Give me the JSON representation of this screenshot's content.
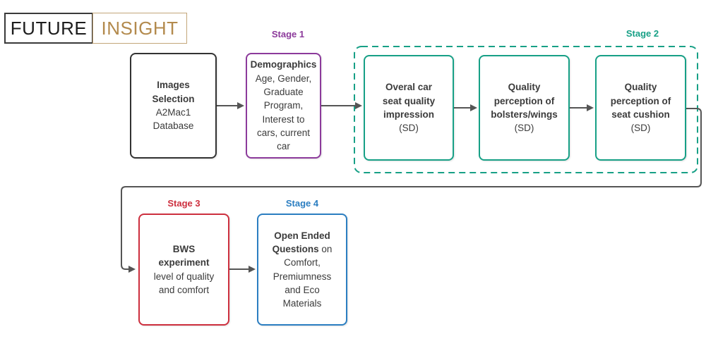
{
  "logo": {
    "primary": "FUTURE",
    "secondary": "INSIGHT"
  },
  "colors": {
    "stage1": "#8c3a9b",
    "stage2": "#17a086",
    "stage3": "#cd2f3e",
    "stage4": "#2b7ec1",
    "neutral_border": "#333333",
    "arrow": "#555555",
    "text": "#3b3b3b",
    "logo_primary": "#1c1c1c",
    "logo_secondary": "#b38a4d",
    "logo_secondary_border": "#c3a679"
  },
  "diagram": {
    "source_box": {
      "title": "Images\nSelection",
      "subtitle": "A2Mac1\nDatabase"
    },
    "stage1": {
      "label": "Stage 1",
      "box": {
        "title": "Demographics",
        "body": "Age, Gender,\nGraduate\nProgram,\nInterest to\ncars, current\ncar"
      }
    },
    "stage2": {
      "label": "Stage 2",
      "boxes": [
        {
          "title": "Overal car\nseat quality\nimpression",
          "subtitle": "(SD)"
        },
        {
          "title": "Quality\nperception of\nbolsters/wings",
          "subtitle": "(SD)"
        },
        {
          "title": "Quality\nperception of\nseat cushion",
          "subtitle": "(SD)"
        }
      ]
    },
    "stage3": {
      "label": "Stage 3",
      "box": {
        "title": "BWS\nexperiment",
        "body": "level of  quality\nand comfort"
      }
    },
    "stage4": {
      "label": "Stage 4",
      "box": {
        "title": "Open Ended\nQuestions",
        "title_suffix": " on",
        "body": "\nComfort,\nPremiumness\nand Eco\nMaterials"
      }
    }
  }
}
